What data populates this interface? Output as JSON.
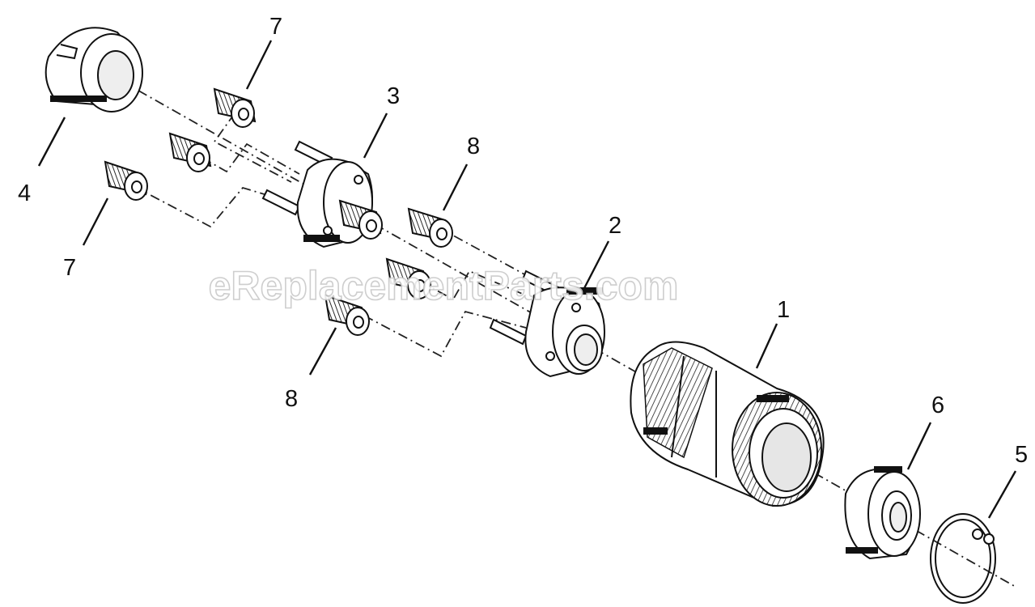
{
  "watermark": "eReplacementParts.com",
  "callouts": [
    {
      "id": "1",
      "label": "1"
    },
    {
      "id": "2",
      "label": "2"
    },
    {
      "id": "3",
      "label": "3"
    },
    {
      "id": "4",
      "label": "4"
    },
    {
      "id": "5",
      "label": "5"
    },
    {
      "id": "6",
      "label": "6"
    },
    {
      "id": "7a",
      "label": "7"
    },
    {
      "id": "7b",
      "label": "7"
    },
    {
      "id": "8a",
      "label": "8"
    },
    {
      "id": "8b",
      "label": "8"
    }
  ],
  "colors": {
    "line": "#111111",
    "fill": "#ffffff",
    "shade": "#d8d8d8"
  }
}
